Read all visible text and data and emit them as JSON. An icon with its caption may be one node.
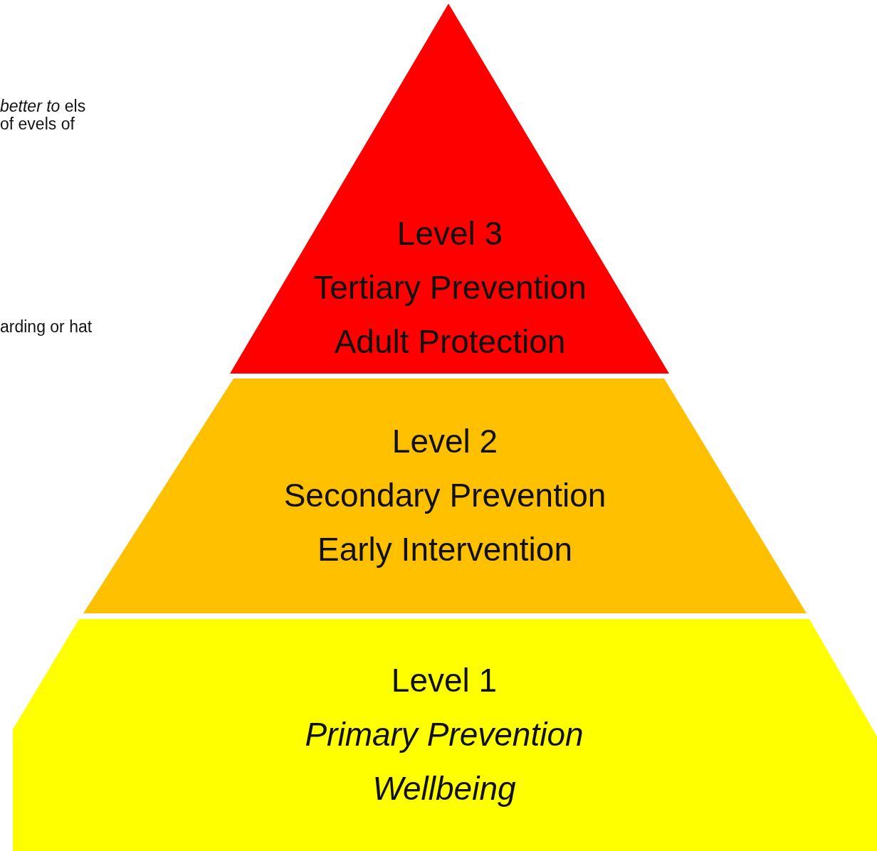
{
  "diagram": {
    "nodes": [
      {
        "text": [
          "Level 3",
          "Tertiary Prevention",
          "Adult Protection"
        ]
      },
      {
        "text": [
          "Level 2",
          "Secondary Prevention",
          "Early Intervention"
        ]
      },
      {
        "text": [
          "Level 1",
          "Primary Prevention",
          "Wellbeing"
        ]
      }
    ],
    "labels": [
      "*better to* els of evels of",
      "arding or hat"
    ]
  }
}
